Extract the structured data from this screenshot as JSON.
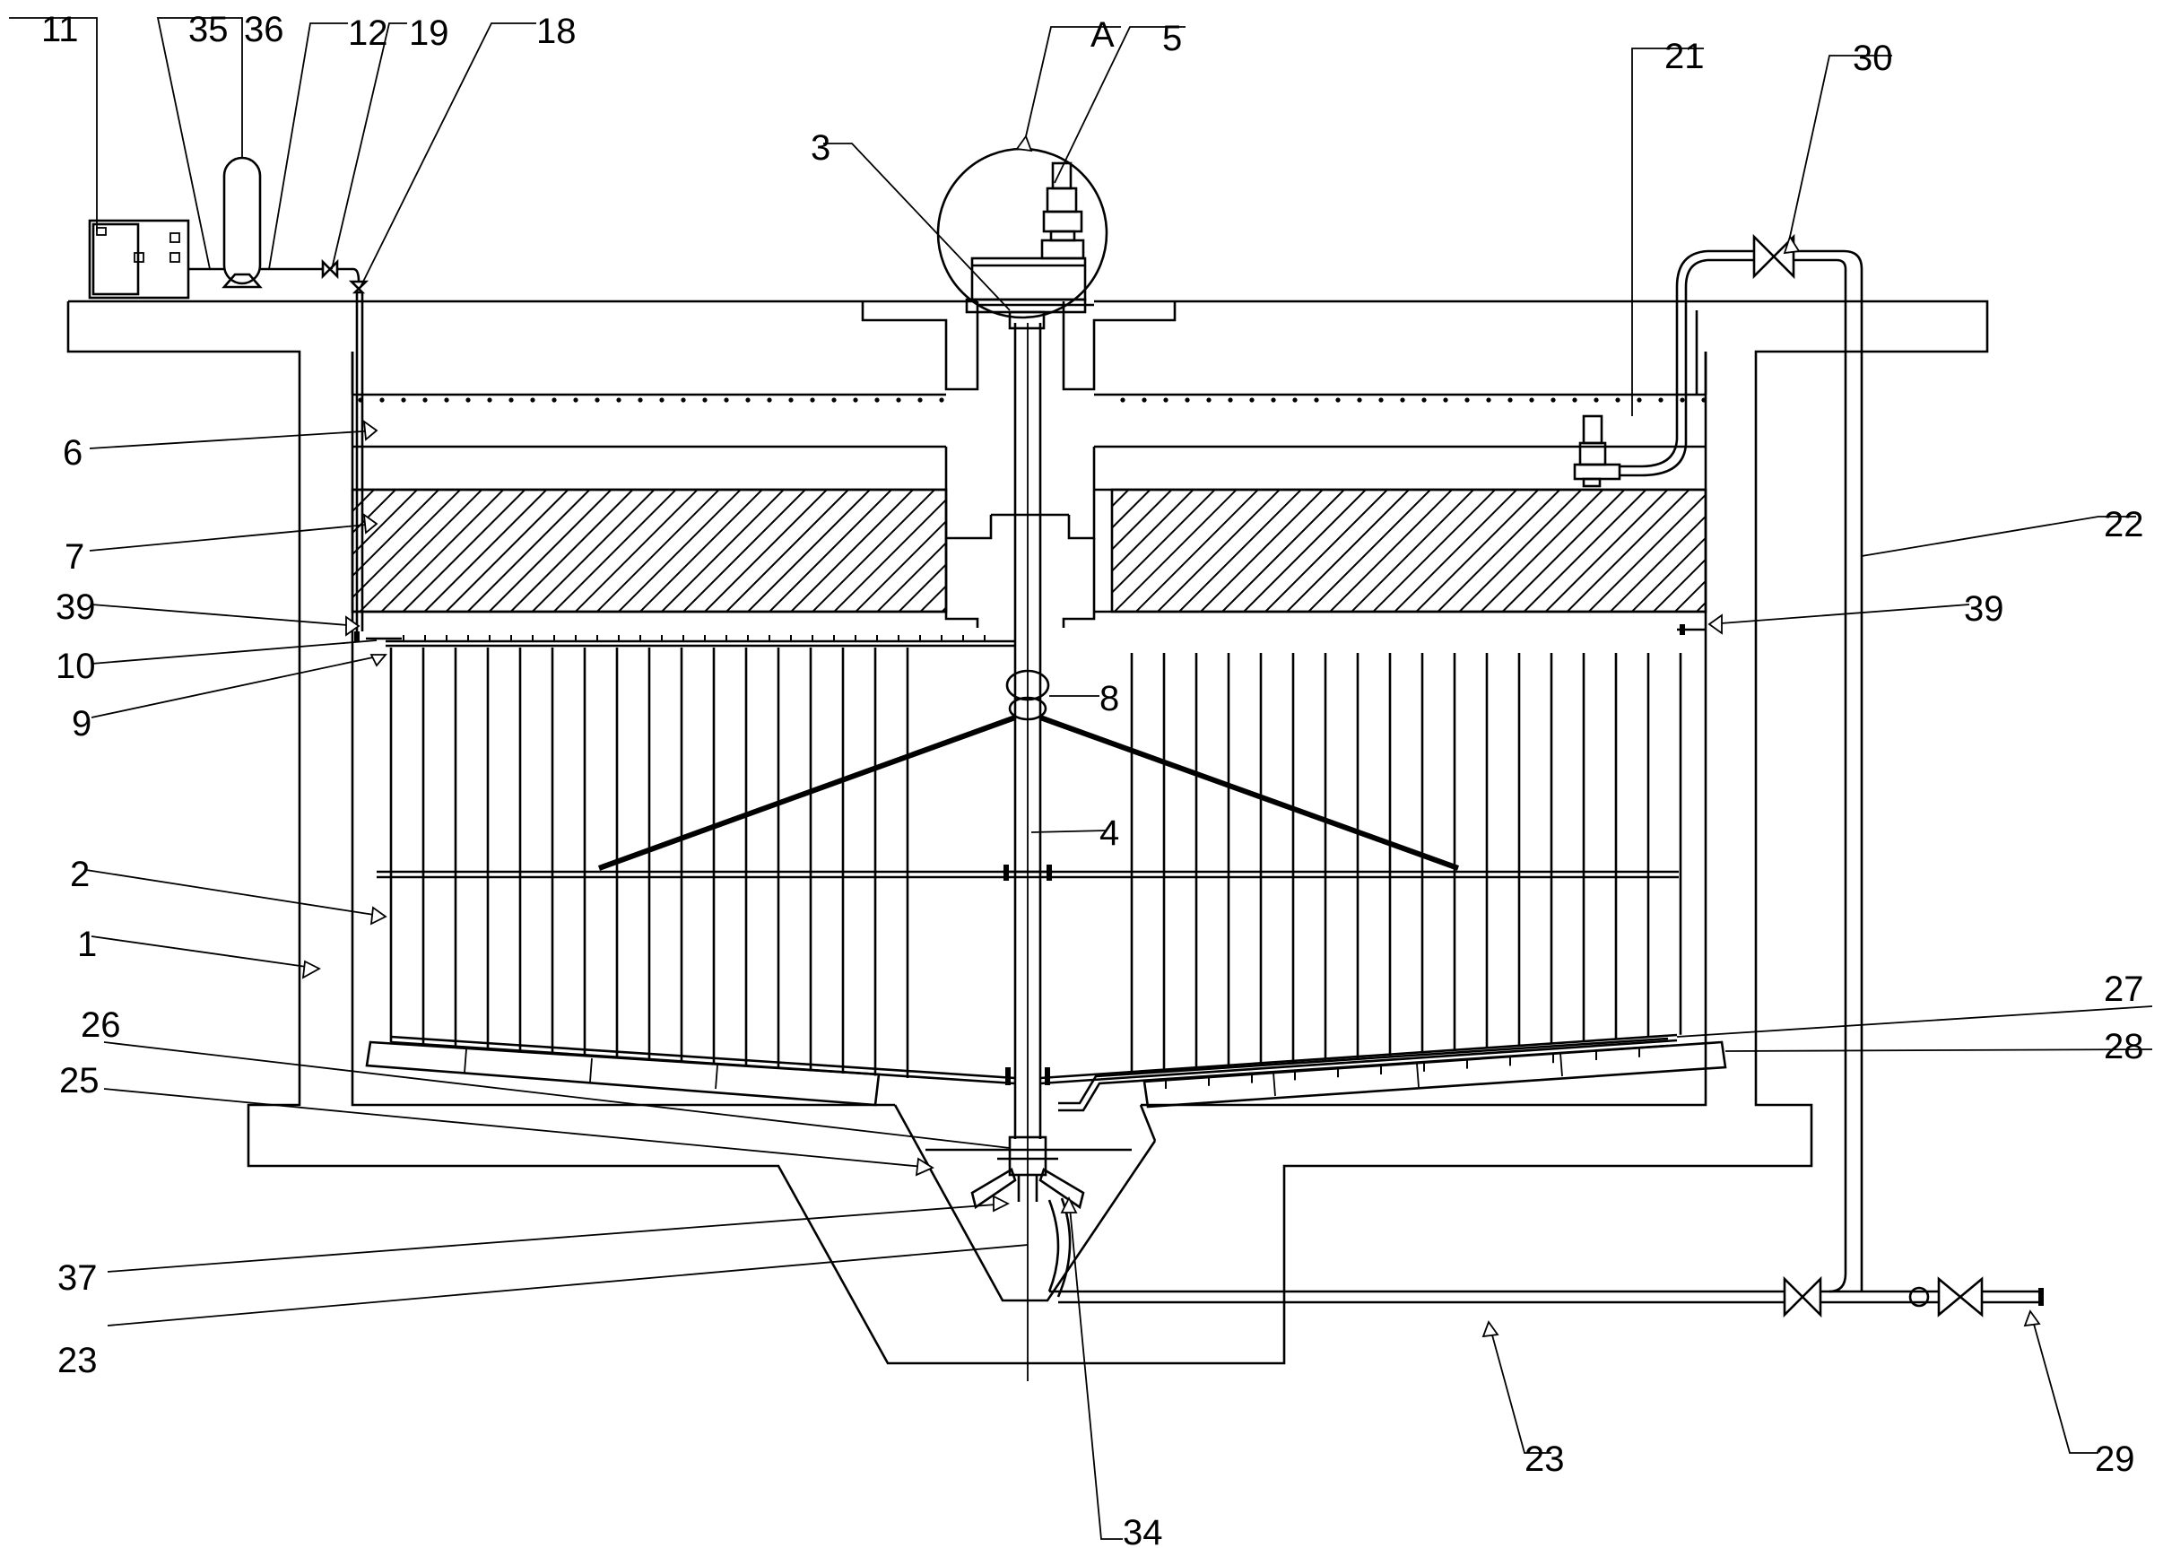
{
  "diagram": {
    "labels": {
      "l11": "11",
      "l35": "35",
      "l36": "36",
      "l12": "12",
      "l19": "19",
      "l18": "18",
      "lA": "A",
      "l5": "5",
      "l3": "3",
      "l21": "21",
      "l30": "30",
      "l22": "22",
      "l6": "6",
      "l7": "7",
      "l39a": "39",
      "l39b": "39",
      "l10": "10",
      "l9": "9",
      "l8": "8",
      "l4": "4",
      "l2": "2",
      "l1": "1",
      "l26": "26",
      "l25": "25",
      "l27": "27",
      "l28": "28",
      "l37": "37",
      "l23a": "23",
      "l23b": "23",
      "l34": "34",
      "l29": "29"
    }
  }
}
